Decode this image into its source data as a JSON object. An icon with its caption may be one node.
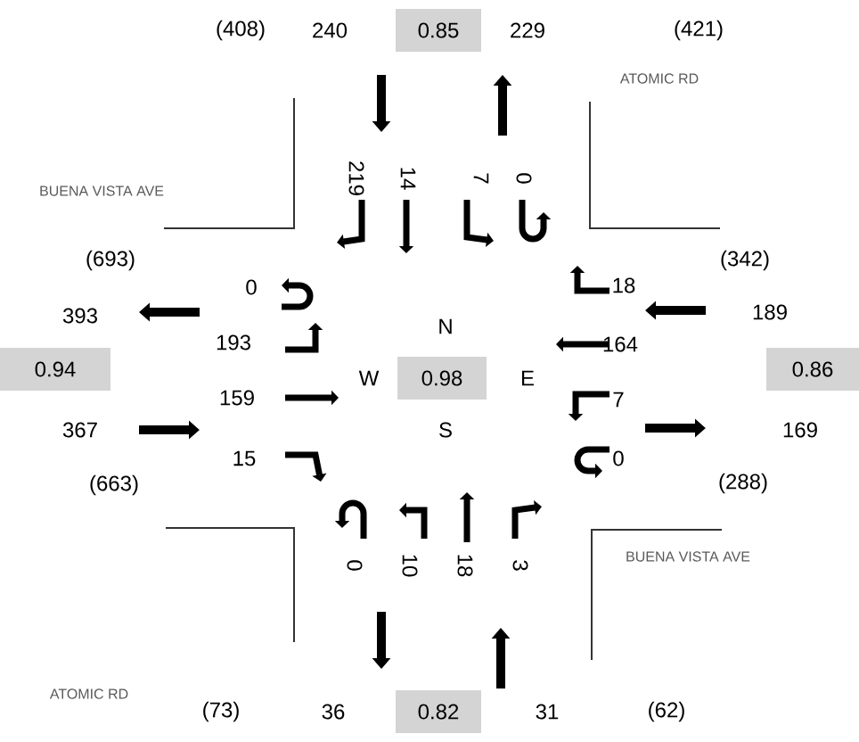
{
  "diagram": {
    "nodes": [
      {
        "text": [
          "0.85"
        ]
      },
      {
        "text": [
          "0.94"
        ]
      },
      {
        "text": [
          "0.98"
        ]
      },
      {
        "text": [
          "0.86"
        ]
      },
      {
        "text": [
          "0.82"
        ]
      }
    ],
    "labels": [
      "(408)",
      "240",
      "229",
      "(421)",
      "ATOMIC RD",
      "BUENA VISTA AVE",
      "219",
      "14",
      "7",
      "0",
      "(693)",
      "(342)",
      "0",
      "18",
      "393",
      "189",
      "N",
      "193",
      "164",
      "W",
      "E",
      "159",
      "7",
      "367",
      "S",
      "169",
      "15",
      "0",
      "(663)",
      "(288)",
      "0",
      "10",
      "18",
      "3",
      "BUENA VISTA AVE",
      "ATOMIC RD",
      "(73)",
      "36",
      "31",
      "(62)"
    ]
  }
}
